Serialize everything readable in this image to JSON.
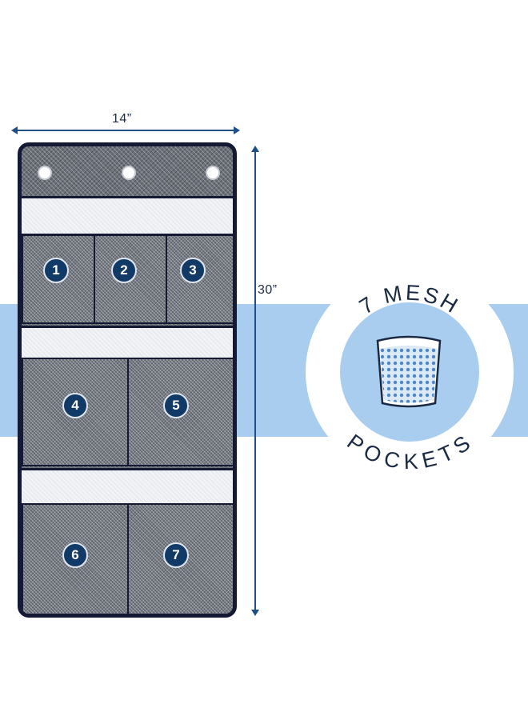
{
  "dimensions": {
    "width_label": "14”",
    "height_label": "30”"
  },
  "pockets": [
    "1",
    "2",
    "3",
    "4",
    "5",
    "6",
    "7"
  ],
  "badge": {
    "line1": "7 MESH",
    "line2": "POCKETS"
  },
  "colors": {
    "band": "#a9cdee",
    "navy": "#123a66",
    "trim": "#141a33"
  },
  "icons": {
    "badge_icon": "mesh-pocket-icon"
  }
}
